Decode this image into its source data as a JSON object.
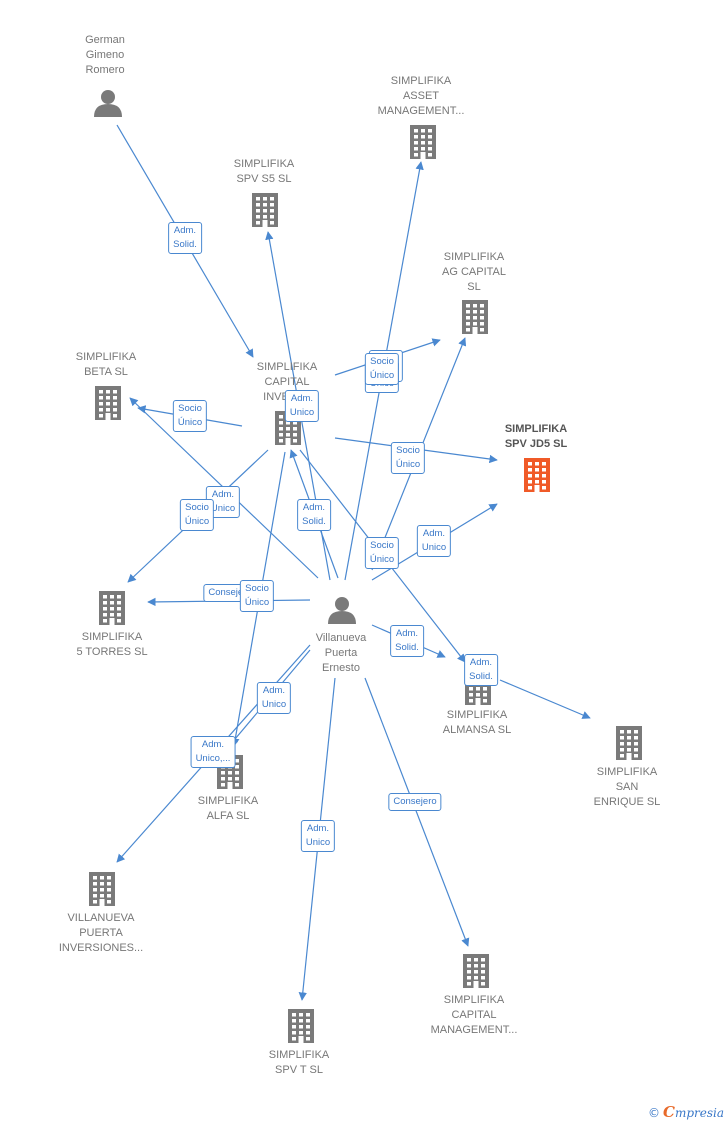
{
  "colors": {
    "edge": "#4a88d0",
    "icon": "#7a7a7a",
    "highlight_icon": "#f05a28"
  },
  "nodes": [
    {
      "id": "german",
      "type": "person",
      "label": "German\nGimeno\nRomero"
    },
    {
      "id": "asset",
      "type": "company",
      "label": "SIMPLIFIKA\nASSET\nMANAGEMENT..."
    },
    {
      "id": "spvs5",
      "type": "company",
      "label": "SIMPLIFIKA\nSPV S5  SL"
    },
    {
      "id": "agcap",
      "type": "company",
      "label": "SIMPLIFIKA\nAG CAPITAL\nSL"
    },
    {
      "id": "beta",
      "type": "company",
      "label": "SIMPLIFIKA\nBETA  SL"
    },
    {
      "id": "capinv",
      "type": "company",
      "label": "SIMPLIFIKA\nCAPITAL\nINVEST..."
    },
    {
      "id": "jd5",
      "type": "company",
      "label": "SIMPLIFIKA\nSPV JD5  SL",
      "highlight": true
    },
    {
      "id": "torres",
      "type": "company",
      "label": "SIMPLIFIKA\n5 TORRES  SL"
    },
    {
      "id": "villanueva",
      "type": "person",
      "label": "Villanueva\nPuerta\nErnesto"
    },
    {
      "id": "almansa",
      "type": "company",
      "label": "SIMPLIFIKA\nALMANSA  SL"
    },
    {
      "id": "enrique",
      "type": "company",
      "label": "SIMPLIFIKA\nSAN\nENRIQUE  SL"
    },
    {
      "id": "alfa",
      "type": "company",
      "label": "SIMPLIFIKA\nALFA  SL"
    },
    {
      "id": "vpinv",
      "type": "company",
      "label": "VILLANUEVA\nPUERTA\nINVERSIONES..."
    },
    {
      "id": "capman",
      "type": "company",
      "label": "SIMPLIFIKA\nCAPITAL\nMANAGEMENT..."
    },
    {
      "id": "spvt",
      "type": "company",
      "label": "SIMPLIFIKA\nSPV T  SL"
    }
  ],
  "edges": [
    {
      "from": "german",
      "to": "capinv",
      "label": "Adm.\nSolid."
    },
    {
      "from": "villanueva",
      "to": "asset",
      "label": "Socio\nÚnico"
    },
    {
      "from": "villanueva",
      "to": "spvs5",
      "label": "Adm.\nUnico"
    },
    {
      "from": "villanueva",
      "to": "agcap",
      "label": "Socio\nÚnico"
    },
    {
      "from": "villanueva",
      "to": "beta",
      "label": "Adm.\nUnico"
    },
    {
      "from": "villanueva",
      "to": "capinv",
      "label": "Adm.\nSolid."
    },
    {
      "from": "villanueva",
      "to": "jd5",
      "label": "Adm.\nUnico"
    },
    {
      "from": "villanueva",
      "to": "torres",
      "label": "Consejero"
    },
    {
      "from": "villanueva",
      "to": "almansa",
      "label": "Adm.\nSolid."
    },
    {
      "from": "villanueva",
      "to": "alfa",
      "label": "Adm.\nUnico"
    },
    {
      "from": "villanueva",
      "to": "capman",
      "label": "Consejero"
    },
    {
      "from": "villanueva",
      "to": "spvt",
      "label": "Adm.\nUnico"
    },
    {
      "from": "capinv",
      "to": "beta",
      "label": "Socio\nÚnico"
    },
    {
      "from": "capinv",
      "to": "agcap",
      "label": "Socio\nÚnico"
    },
    {
      "from": "capinv",
      "to": "jd5",
      "label": "Socio\nÚnico"
    },
    {
      "from": "capinv",
      "to": "torres",
      "label": "Socio\nÚnico"
    },
    {
      "from": "capinv",
      "to": "alfa",
      "label": "Socio\nÚnico"
    },
    {
      "from": "capinv",
      "to": "almansa",
      "label": "Socio\nÚnico"
    },
    {
      "from": "capinv",
      "to": "vpinv",
      "label": "Adm.\nUnico,..."
    },
    {
      "from": "almansa",
      "to": "enrique",
      "label": "Adm.\nSolid."
    }
  ],
  "brand": {
    "copyright": "©",
    "initial": "C",
    "rest": "mpresia"
  }
}
